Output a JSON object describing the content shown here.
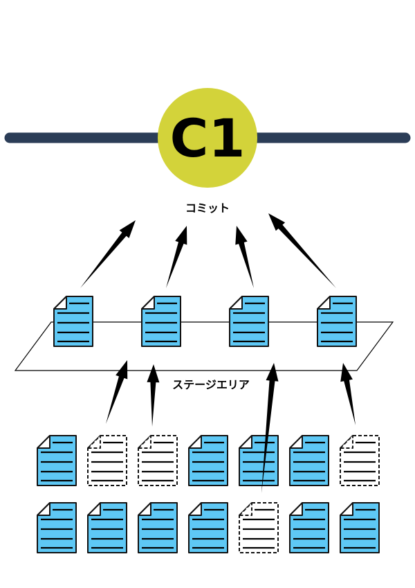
{
  "colors": {
    "timeline": "#2b3d57",
    "commit_fill": "#d3d33a",
    "doc_fill": "#5ec8f5",
    "doc_stroke": "#111111",
    "arrow": "#000000"
  },
  "commit": {
    "label": "C1",
    "caption": "コミット"
  },
  "stage_area": {
    "label": "ステージエリア",
    "staged_files": [
      {
        "state": "staged"
      },
      {
        "state": "staged"
      },
      {
        "state": "staged"
      },
      {
        "state": "staged"
      }
    ]
  },
  "working_files": {
    "rows": [
      [
        "modified",
        "untracked",
        "untracked",
        "modified",
        "modified",
        "modified",
        "untracked"
      ],
      [
        "modified",
        "modified",
        "modified",
        "modified",
        "untracked",
        "modified",
        "modified"
      ]
    ]
  },
  "icons": {
    "file": "document-icon",
    "file_dashed": "document-dashed-icon",
    "arrow": "arrow-up-icon"
  }
}
